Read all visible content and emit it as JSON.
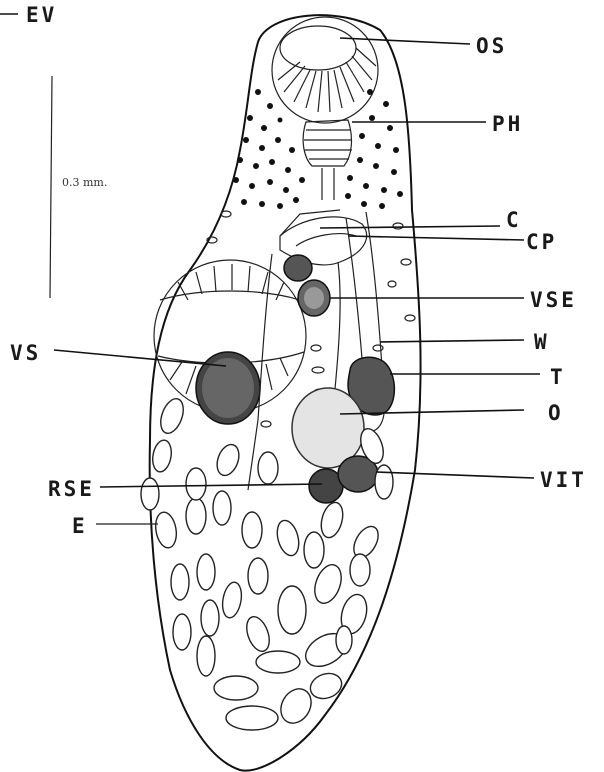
{
  "figure": {
    "scale_bar_label": "0.3 mm.",
    "labels": {
      "ev": "EV",
      "os": "OS",
      "ph": "PH",
      "c": "C",
      "cp": "CP",
      "vse": "VSE",
      "vs": "VS",
      "w": "W",
      "t": "T",
      "o": "O",
      "vit": "VIT",
      "rse": "RSE",
      "e": "E"
    }
  }
}
